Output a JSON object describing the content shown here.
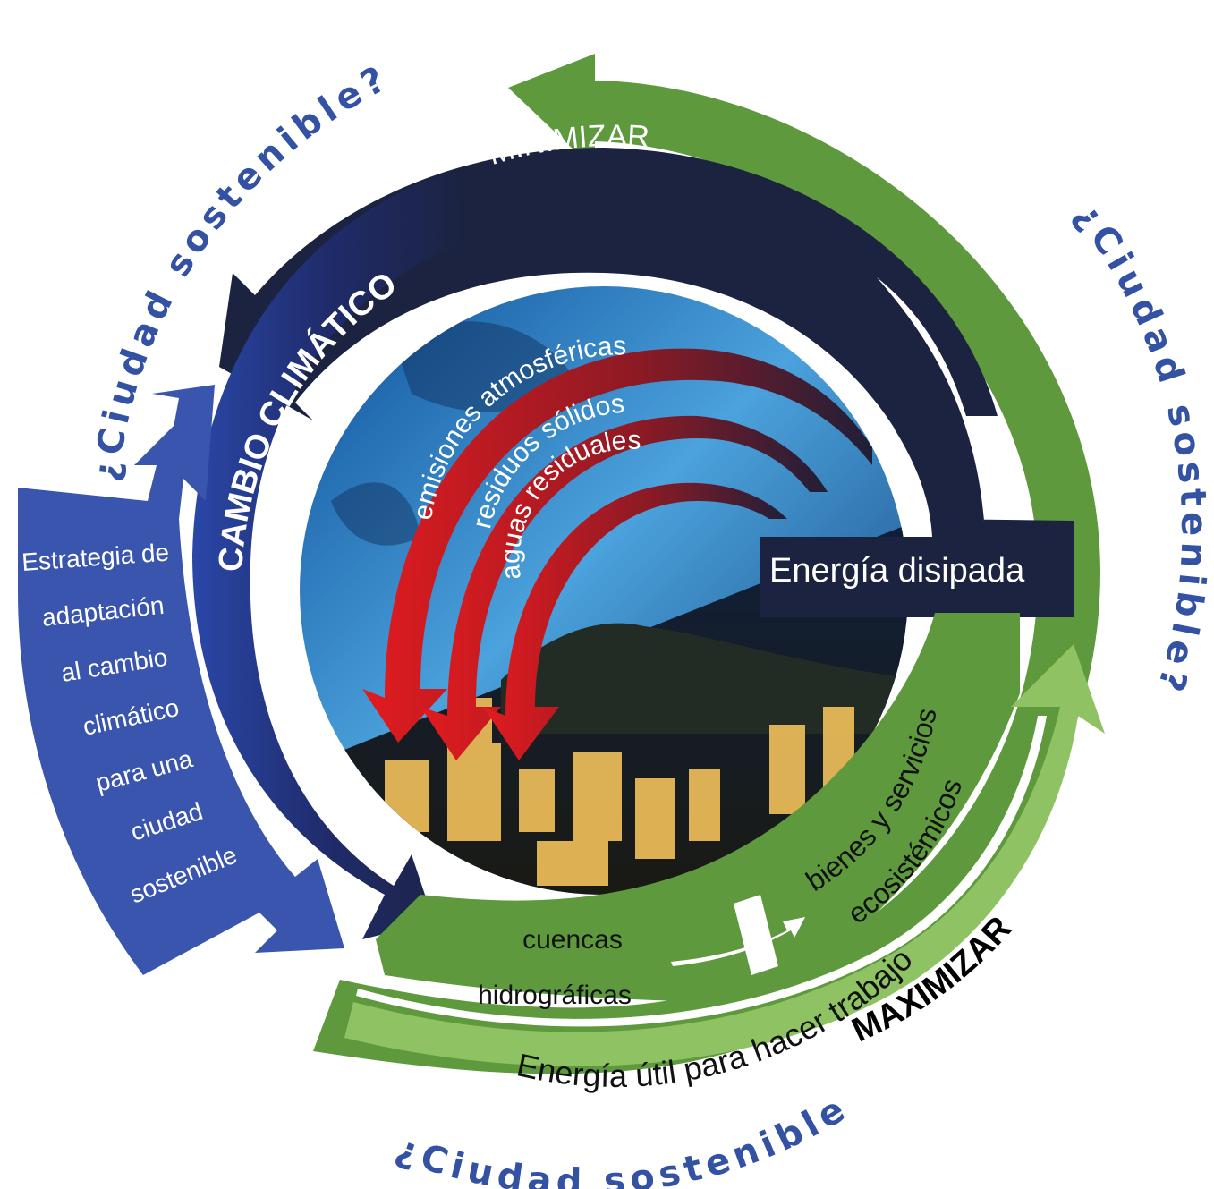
{
  "ring_texts": {
    "top": "¿Ciudad sostenible?",
    "right": "¿Ciudad sostenible?",
    "bottom": "¿Ciudad sostenible?"
  },
  "bands": {
    "minimizar": "MINIMIZAR",
    "cambio_climatico": "CAMBIO CLIMÁTICO",
    "maximizar": "MAXIMIZAR",
    "energia_util": "Energía útil para hacer trabajo",
    "bienes_servicios": "bienes y servicios",
    "ecosistemicos": "ecosistémicos"
  },
  "red_arrows": {
    "emisiones": "emisiones atmosféricas",
    "residuos": "residuos sólidos",
    "aguas": "aguas residuales"
  },
  "labels": {
    "energia_disipada": "Energía disipada",
    "cuencas_line1": "cuencas",
    "cuencas_line2": "hidrográficas"
  },
  "strategy_lines": [
    "Estrategia de",
    "adaptación",
    "al cambio",
    "climático",
    "para una",
    "ciudad",
    "sostenible"
  ],
  "colors": {
    "title_blue": "#3452a4",
    "navy": "#1c2340",
    "strategy_blue": "#3a55ad",
    "green": "#5e9a3d",
    "light_green": "#8ec262",
    "red": "#e21b1f"
  }
}
